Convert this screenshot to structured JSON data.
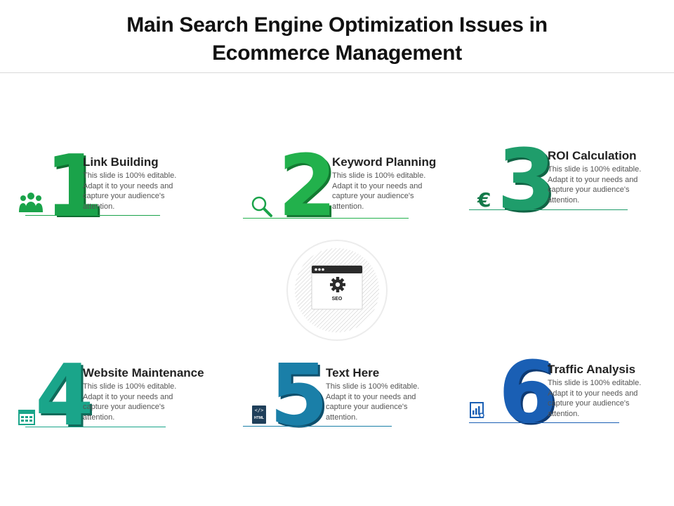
{
  "title": {
    "line1": "Main Search Engine Optimization Issues in",
    "line2": "Ecommerce Management"
  },
  "center": {
    "label": "SEO",
    "icon": "browser-gear-icon"
  },
  "items": [
    {
      "number": "1",
      "heading": "Link Building",
      "body": "This slide is 100% editable. Adapt it to your needs and capture your audience's attention.",
      "icon": "users-group-icon",
      "color": "#1aa34a"
    },
    {
      "number": "2",
      "heading": "Keyword Planning",
      "body": "This slide is 100% editable. Adapt it to your needs and capture your audience's attention.",
      "icon": "magnifier-icon",
      "color": "#22b14c"
    },
    {
      "number": "3",
      "heading": "ROI Calculation",
      "body": "This slide is 100% editable. Adapt it to your needs and capture your audience's attention.",
      "icon": "euro-icon",
      "color": "#1f9d6b"
    },
    {
      "number": "4",
      "heading": "Website Maintenance",
      "body": "This slide is 100% editable. Adapt it to your needs and capture your audience's attention.",
      "icon": "calendar-grid-icon",
      "color": "#1aa58a"
    },
    {
      "number": "5",
      "heading": "Text Here",
      "body": "This slide is 100% editable. Adapt it to your needs and capture your audience's attention.",
      "icon": "html-file-icon",
      "icon_label": "HTML",
      "color": "#1a7fa8"
    },
    {
      "number": "6",
      "heading": "Traffic Analysis",
      "body": "This slide is 100% editable. Adapt it to your needs and capture your audience's attention.",
      "icon": "analytics-report-icon",
      "color": "#1a5fb4"
    }
  ]
}
